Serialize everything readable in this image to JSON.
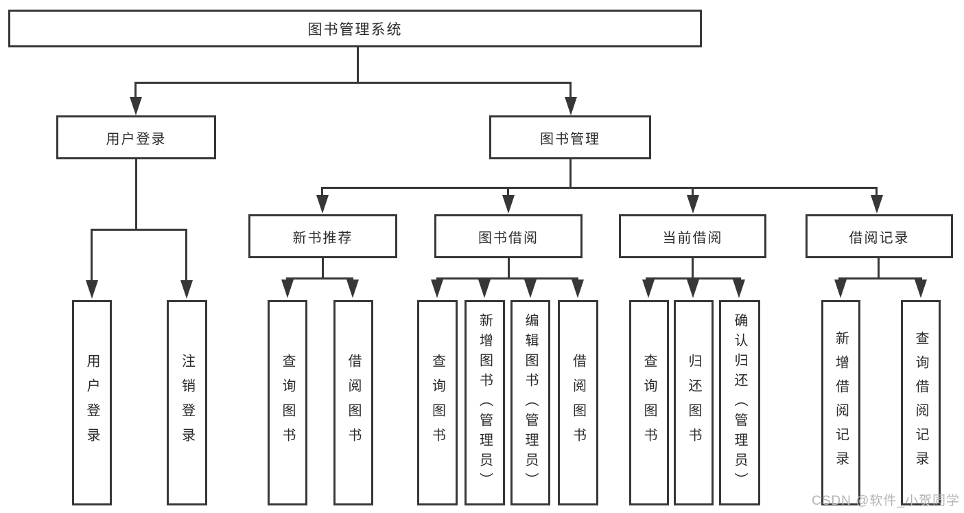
{
  "tree": {
    "root": {
      "label": "图书管理系统"
    },
    "branches": [
      {
        "label": "用户登录",
        "children": [
          {
            "label": "用户登录"
          },
          {
            "label": "注销登录"
          }
        ]
      },
      {
        "label": "图书管理",
        "children": [
          {
            "label": "新书推荐",
            "children": [
              {
                "label": "查询图书"
              },
              {
                "label": "借阅图书"
              }
            ]
          },
          {
            "label": "图书借阅",
            "children": [
              {
                "label": "查询图书"
              },
              {
                "label": "新增图书（管理员）"
              },
              {
                "label": "编辑图书（管理员）"
              },
              {
                "label": "借阅图书"
              }
            ]
          },
          {
            "label": "当前借阅",
            "children": [
              {
                "label": "查询图书"
              },
              {
                "label": "归还图书"
              },
              {
                "label": "确认归还（管理员）"
              }
            ]
          },
          {
            "label": "借阅记录",
            "children": [
              {
                "label": "新增借阅记录"
              },
              {
                "label": "查询借阅记录"
              }
            ]
          }
        ]
      }
    ]
  },
  "watermark": {
    "text": "CSDN @软件_小贺同学"
  },
  "colors": {
    "line": "#373737",
    "box_border": "#373737",
    "box_fill": "#ffffff",
    "text": "#2b2b2b",
    "watermark": "#b4b4b4",
    "background": "#ffffff"
  }
}
